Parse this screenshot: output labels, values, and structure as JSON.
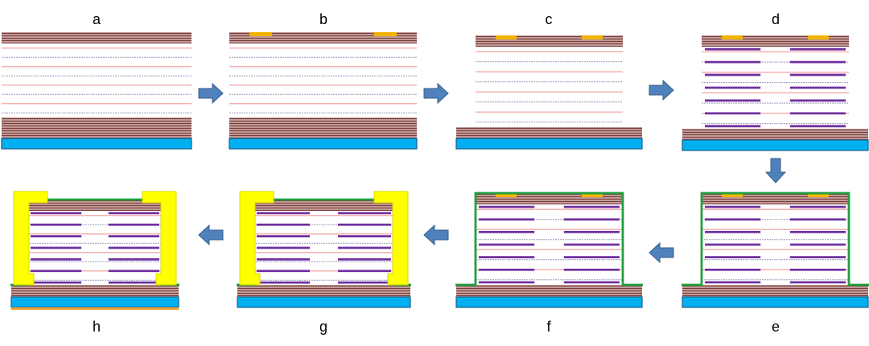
{
  "colors": {
    "substrate": "#00b0f0",
    "substrate_edge": "#1f5f8b",
    "dbr_base": "#c09a96",
    "dbr_line": "#7a3b3b",
    "spacer_line": "#f4b0b0",
    "active_line": "#9999bb",
    "oxide": "#7030a0",
    "contact": "#f0b400",
    "passivation": "#1fa040",
    "metal": "#ffff00",
    "metal_edge": "#d8d800",
    "arrow": "#4f81bd",
    "arrow_edge": "#385d8a",
    "backside": "#f0a030"
  },
  "panels": [
    {
      "id": "a",
      "label": "a"
    },
    {
      "id": "b",
      "label": "b"
    },
    {
      "id": "c",
      "label": "c"
    },
    {
      "id": "d",
      "label": "d"
    },
    {
      "id": "e",
      "label": "e"
    },
    {
      "id": "f",
      "label": "f"
    },
    {
      "id": "g",
      "label": "g"
    },
    {
      "id": "h",
      "label": "h"
    }
  ],
  "flow": [
    {
      "from": "a",
      "to": "b",
      "direction": "right"
    },
    {
      "from": "b",
      "to": "c",
      "direction": "right"
    },
    {
      "from": "c",
      "to": "d",
      "direction": "right"
    },
    {
      "from": "d",
      "to": "e",
      "direction": "down"
    },
    {
      "from": "e",
      "to": "f",
      "direction": "left"
    },
    {
      "from": "f",
      "to": "g",
      "direction": "left"
    },
    {
      "from": "g",
      "to": "h",
      "direction": "left"
    }
  ]
}
